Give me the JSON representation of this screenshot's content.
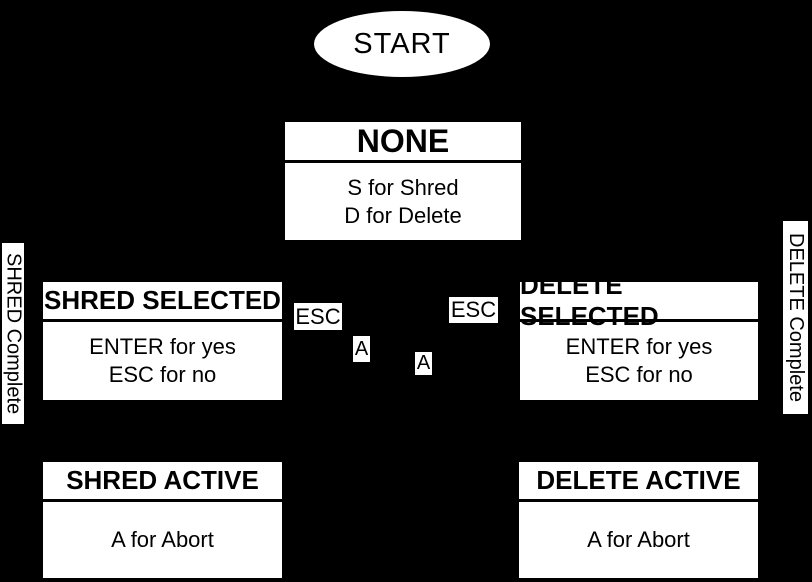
{
  "diagram": {
    "background_color": "#000000",
    "node_fill_color": "#ffffff",
    "node_text_color": "#000000",
    "nodes": {
      "start": {
        "label": "START"
      },
      "none": {
        "title": "NONE",
        "lines": [
          "S for Shred",
          "D for Delete"
        ]
      },
      "shred_selected": {
        "title": "SHRED SELECTED",
        "lines": [
          "ENTER for yes",
          "ESC for no"
        ]
      },
      "delete_selected": {
        "title": "DELETE SELECTED",
        "lines": [
          "ENTER for yes",
          "ESC for no"
        ]
      },
      "shred_active": {
        "title": "SHRED ACTIVE",
        "lines": [
          "A for Abort"
        ]
      },
      "delete_active": {
        "title": "DELETE ACTIVE",
        "lines": [
          "A for Abort"
        ]
      }
    },
    "edge_labels": {
      "esc_left": "ESC",
      "esc_right": "ESC",
      "abort_left": "A",
      "abort_right": "A",
      "shred_complete": "SHRED Complete",
      "delete_complete": "DELETE Complete"
    }
  }
}
